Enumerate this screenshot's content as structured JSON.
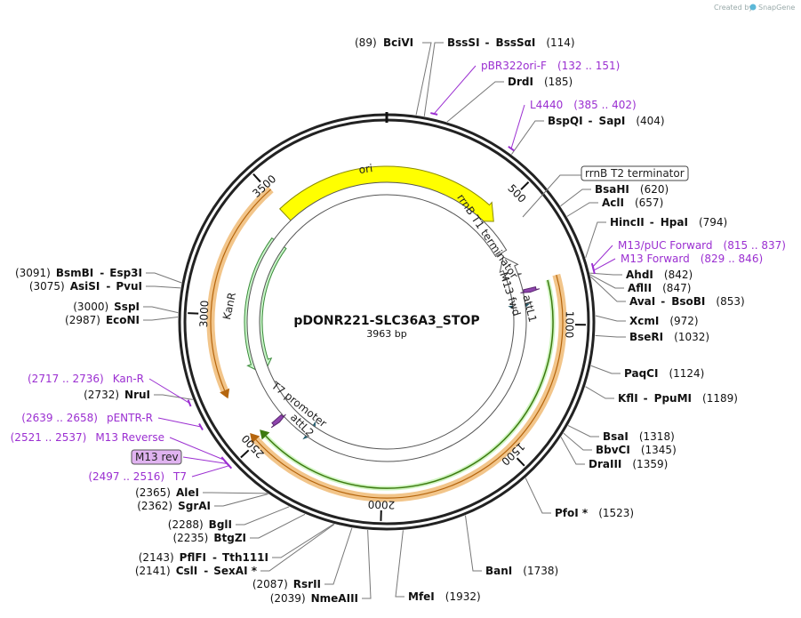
{
  "credit": {
    "created_by": "Created by",
    "brand": "SnapGene"
  },
  "plasmid": {
    "name": "pDONR221-SLC36A3_STOP",
    "size_label": "3963 bp",
    "length": 3963
  },
  "ticks": [
    {
      "pos": 500,
      "label": "500"
    },
    {
      "pos": 1000,
      "label": "1000"
    },
    {
      "pos": 1500,
      "label": "1500"
    },
    {
      "pos": 2000,
      "label": "2000"
    },
    {
      "pos": 2500,
      "label": "2500"
    },
    {
      "pos": 3000,
      "label": "3000"
    },
    {
      "pos": 3500,
      "label": "3500"
    }
  ],
  "features": [
    {
      "name": "ori",
      "label": "ori",
      "start": 3485,
      "end": 515,
      "dir": 1,
      "color": "#ffff00",
      "stroke": "#8a8a00",
      "track": 0
    },
    {
      "name": "KanR",
      "label": "KanR",
      "start": 3370,
      "end": 2720,
      "dir": -1,
      "color": "#c8f7c8",
      "stroke": "#3a8a3a",
      "track": 1
    },
    {
      "name": "attL1",
      "label": "attL1",
      "start": 850,
      "end": 945,
      "dir": 1,
      "color": "#2e7d96",
      "stroke": "#1f5566",
      "track": 1
    },
    {
      "name": "attL2",
      "label": "attL2",
      "start": 2430,
      "end": 2340,
      "dir": -1,
      "color": "#2e7d96",
      "stroke": "#1f5566",
      "track": 1
    },
    {
      "name": "rrnB-T1",
      "label": "rrnB T1 terminator",
      "start": 800,
      "end": 760,
      "dir": -1,
      "color": "#ffffff",
      "stroke": "#555",
      "track": 1
    },
    {
      "name": "rrnB-T2",
      "label": "rrnB T2 terminator",
      "start": 650,
      "end": 670,
      "dir": -1,
      "color": "#ffffff",
      "stroke": "#555",
      "track": 1
    },
    {
      "name": "M13-fwd",
      "label": "M13 fwd",
      "start": 845,
      "end": 862,
      "dir": 1,
      "color": "#8e44ad",
      "stroke": "#5b2771",
      "track": 0
    },
    {
      "name": "T7-promoter",
      "label": "T7 promoter",
      "start": 2517,
      "end": 2498,
      "dir": -1,
      "color": "#8e44ad",
      "stroke": "#5b2771",
      "track": 0
    }
  ],
  "inner_orange_arc": {
    "start": 820,
    "end": 2510
  },
  "inner_green_arc": {
    "start": 830,
    "end": 2495
  },
  "kanr_orange_arc": {
    "start": 3510,
    "end": 2720
  },
  "sites": [
    {
      "name": "BciVI",
      "pos_label": "(89)",
      "pos": 89,
      "label_left": true
    },
    {
      "name": "BssSI",
      "name2": "BssSαI",
      "pos_label": "(114)",
      "pos": 114
    },
    {
      "name": "DrdI",
      "pos_label": "(185)",
      "pos": 185
    },
    {
      "name": "BspQI",
      "name2": "SapI",
      "pos_label": "(404)",
      "pos": 404
    },
    {
      "name": "BsaHI",
      "pos_label": "(620)",
      "pos": 620
    },
    {
      "name": "AclI",
      "pos_label": "(657)",
      "pos": 657
    },
    {
      "name": "HincII",
      "name2": "HpaI",
      "pos_label": "(794)",
      "pos": 794
    },
    {
      "name": "AhdI",
      "pos_label": "(842)",
      "pos": 842
    },
    {
      "name": "AflII",
      "pos_label": "(847)",
      "pos": 847
    },
    {
      "name": "AvaI",
      "name2": "BsoBI",
      "pos_label": "(853)",
      "pos": 853
    },
    {
      "name": "XcmI",
      "pos_label": "(972)",
      "pos": 972
    },
    {
      "name": "BseRI",
      "pos_label": "(1032)",
      "pos": 1032
    },
    {
      "name": "PaqCI",
      "pos_label": "(1124)",
      "pos": 1124
    },
    {
      "name": "KflI",
      "name2": "PpuMI",
      "pos_label": "(1189)",
      "pos": 1189
    },
    {
      "name": "BsaI",
      "pos_label": "(1318)",
      "pos": 1318
    },
    {
      "name": "BbvCI",
      "pos_label": "(1345)",
      "pos": 1345
    },
    {
      "name": "DraIII",
      "pos_label": "(1359)",
      "pos": 1359
    },
    {
      "name": "PfoI *",
      "pos_label": "(1523)",
      "pos": 1523
    },
    {
      "name": "BanI",
      "pos_label": "(1738)",
      "pos": 1738
    },
    {
      "name": "MfeI",
      "pos_label": "(1932)",
      "pos": 1932
    },
    {
      "name": "NmeAIII",
      "pos_label": "(2039)",
      "pos": 2039
    },
    {
      "name": "RsrII",
      "pos_label": "(2087)",
      "pos": 2087
    },
    {
      "name": "CslI",
      "name2": "SexAI *",
      "pos_label": "(2141)",
      "pos": 2141
    },
    {
      "name": "PflFI",
      "name2": "Tth111I",
      "pos_label": "(2143)",
      "pos": 2143
    },
    {
      "name": "BtgZI",
      "pos_label": "(2235)",
      "pos": 2235
    },
    {
      "name": "BglI",
      "pos_label": "(2288)",
      "pos": 2288
    },
    {
      "name": "SgrAI",
      "pos_label": "(2362)",
      "pos": 2362
    },
    {
      "name": "AleI",
      "pos_label": "(2365)",
      "pos": 2365
    },
    {
      "name": "NruI",
      "pos_label": "(2732)",
      "pos": 2732
    },
    {
      "name": "EcoNI",
      "pos_label": "(2987)",
      "pos": 2987
    },
    {
      "name": "SspI",
      "pos_label": "(3000)",
      "pos": 3000
    },
    {
      "name": "AsiSI",
      "name2": "PvuI",
      "pos_label": "(3075)",
      "pos": 3075
    },
    {
      "name": "BsmBI",
      "name2": "Esp3I",
      "pos_label": "(3091)",
      "pos": 3091
    }
  ],
  "primers": [
    {
      "name": "pBR322ori-F",
      "range": "(132 .. 151)",
      "pos": 141
    },
    {
      "name": "L4440",
      "range": "(385 .. 402)",
      "pos": 393
    },
    {
      "name": "M13/pUC Forward",
      "range": "(815 .. 837)",
      "pos": 826
    },
    {
      "name": "M13 Forward",
      "range": "(829 .. 846)",
      "pos": 837
    },
    {
      "name": "Kan-R",
      "range": "(2717 .. 2736)",
      "pos": 2726
    },
    {
      "name": "pENTR-R",
      "range": "(2639 .. 2658)",
      "pos": 2648
    },
    {
      "name": "M13 Reverse",
      "range": "(2521 .. 2537)",
      "pos": 2529
    },
    {
      "name": "M13 rev",
      "range": "",
      "pos": 2514,
      "boxed": true
    },
    {
      "name": "T7",
      "range": "(2497 .. 2516)",
      "pos": 2506
    }
  ]
}
